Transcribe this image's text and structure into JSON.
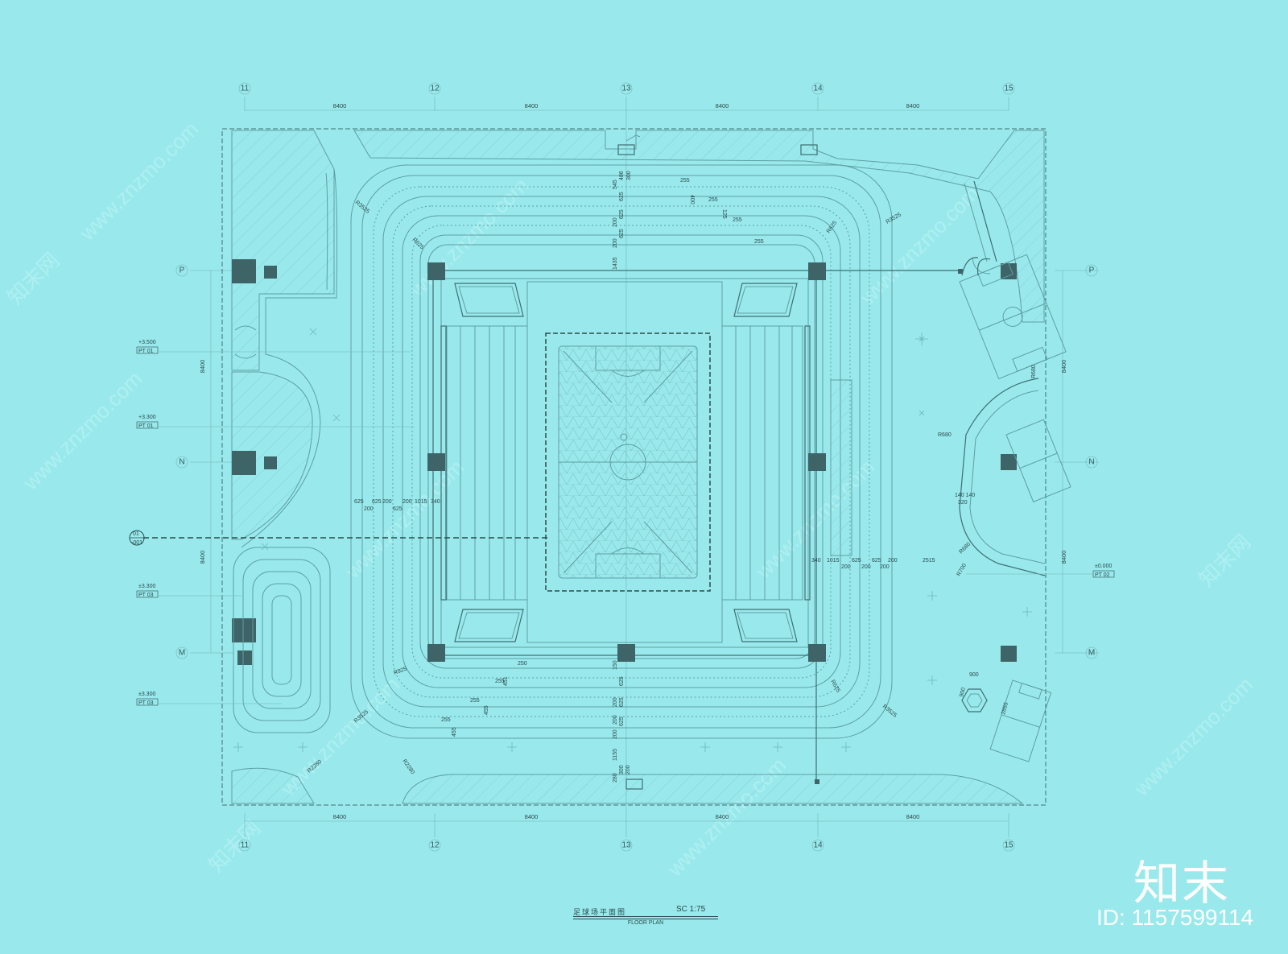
{
  "drawing": {
    "title_cn": "足球场平面图",
    "title_en": "FLOOR PLAN",
    "scale": "SC 1:75"
  },
  "grid": {
    "columns": [
      "11",
      "12",
      "13",
      "14",
      "15"
    ],
    "rows": [
      "P",
      "N",
      "M"
    ],
    "column_spacing": [
      "8400",
      "8400",
      "8400",
      "8400"
    ],
    "row_spacing": [
      "8400",
      "8400"
    ]
  },
  "section_marker": {
    "number": "01",
    "sheet": "-001"
  },
  "levels": [
    {
      "elev": "+3.500",
      "tag": "PT 01"
    },
    {
      "elev": "+3.300",
      "tag": "PT 01"
    },
    {
      "elev": "±3.300",
      "tag": "PT 03"
    },
    {
      "elev": "±3.300",
      "tag": "PT 03"
    },
    {
      "elev": "±0.000",
      "tag": "PT 02"
    }
  ],
  "radii": {
    "r3525": "R3525",
    "r625": "R625",
    "r925": "R925",
    "r2280": "R2280",
    "r680": "R680",
    "r700": "R700"
  },
  "dims": {
    "top_track": [
      "255",
      "200",
      "255",
      "545",
      "486",
      "300",
      "625",
      "200",
      "625",
      "200",
      "625",
      "1435"
    ],
    "bottom_track": [
      "150",
      "625",
      "200",
      "625",
      "200",
      "625",
      "200",
      "1155",
      "280",
      "300",
      "200"
    ],
    "left_row_a": [
      "625",
      "625",
      "200",
      "200",
      "1015",
      "340"
    ],
    "left_row_b": [
      "200",
      "625"
    ],
    "right_row_a": [
      "340",
      "1015",
      "625",
      "625",
      "200"
    ],
    "right_row_b": [
      "200",
      "200",
      "200"
    ],
    "right_2515": "2515",
    "hex_w": "900",
    "hex_h": "900",
    "field_2855": "2855",
    "pairs_140": "140 140",
    "d320": "320",
    "steps_top": [
      "255",
      "400",
      "255",
      "125",
      "255",
      "255"
    ],
    "steps_bottom": [
      "250",
      "255",
      "451",
      "255",
      "455",
      "255",
      "455"
    ]
  },
  "watermark": {
    "text_site": "www.znzmo.com",
    "text_cn": "知末网",
    "brand": "知末",
    "id_label": "ID: 1157599114"
  }
}
